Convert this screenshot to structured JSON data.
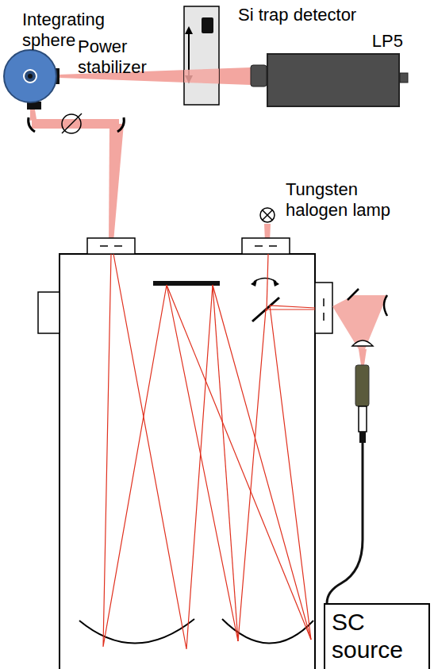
{
  "diagram": {
    "nodes": [
      {
        "text": [
          "LP5"
        ]
      },
      {
        "text": [
          "SC source"
        ]
      }
    ],
    "labels": [
      "Integrating sphere",
      "Si trap detector",
      "Power stabilizer",
      "Tungsten halogen lamp"
    ]
  }
}
